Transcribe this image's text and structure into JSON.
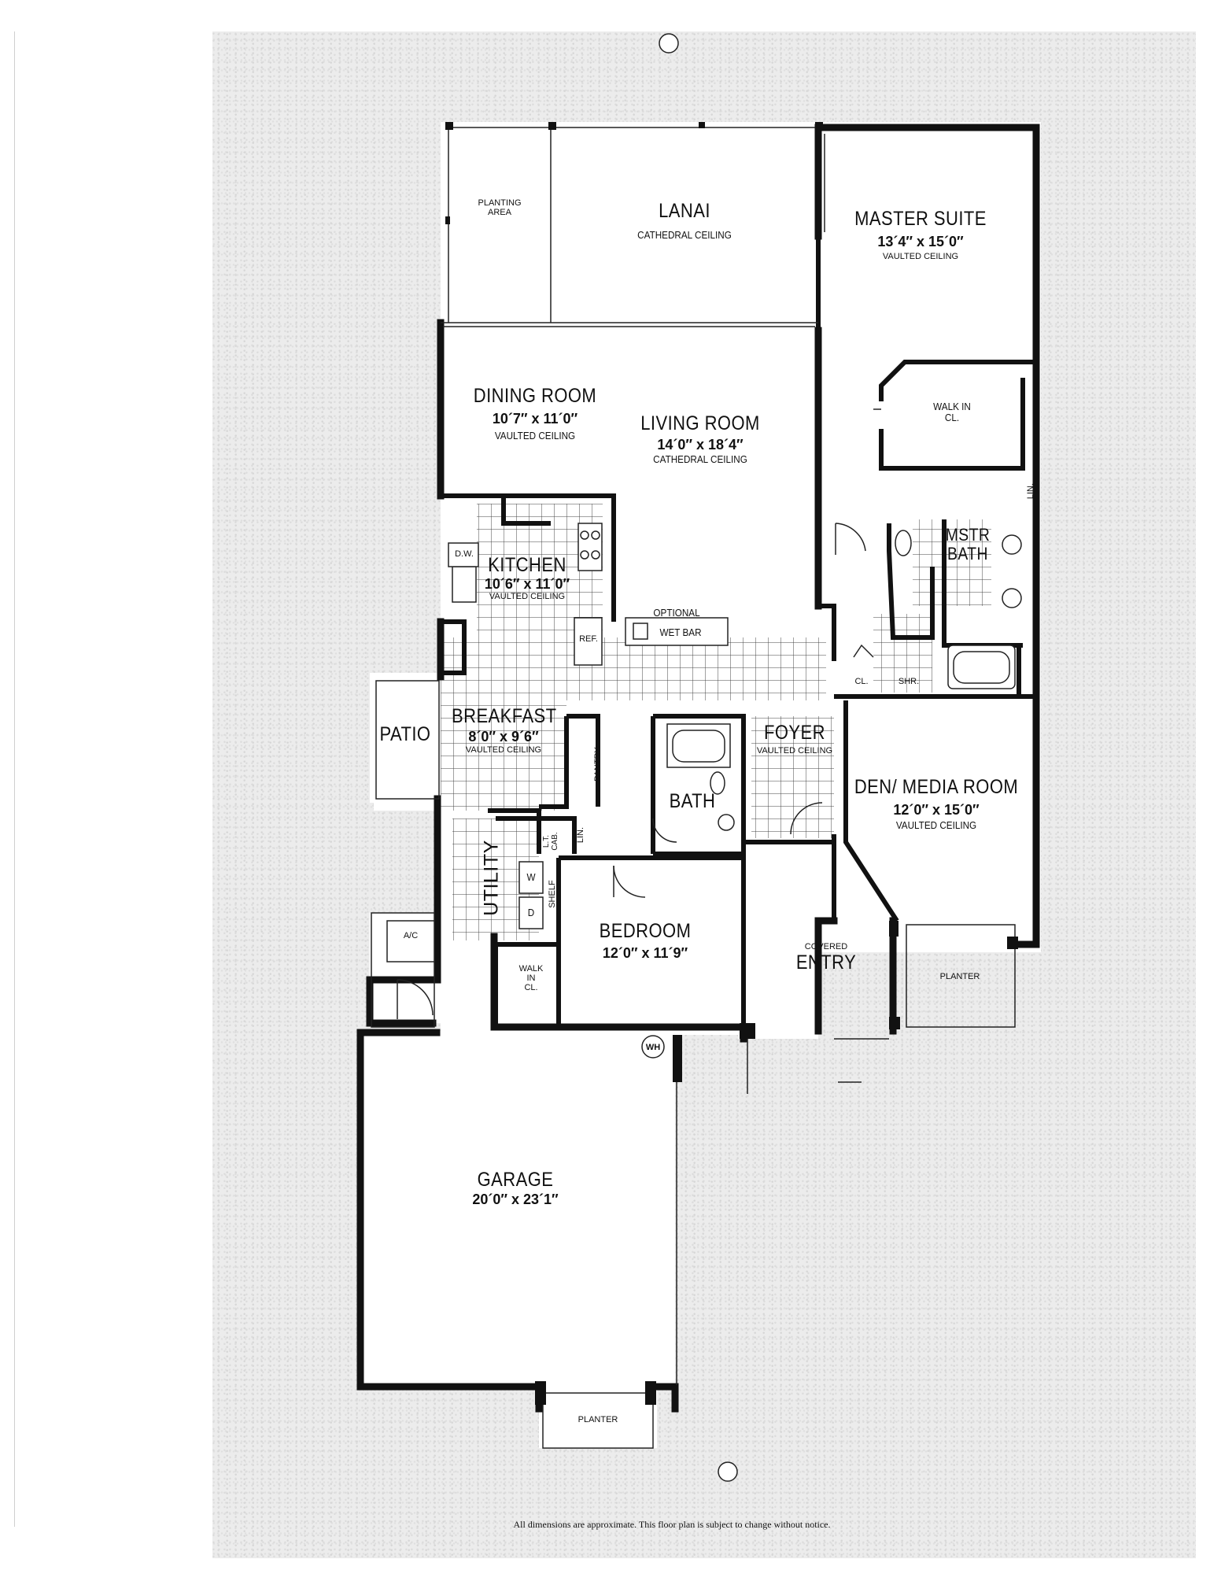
{
  "rooms": {
    "planting_area": {
      "name": "PLANTING\nAREA"
    },
    "lanai": {
      "name": "LANAI",
      "ceiling": "CATHEDRAL CEILING"
    },
    "master_suite": {
      "name": "MASTER  SUITE",
      "dims": "13´4″ x 15´0″",
      "ceiling": "VAULTED CEILING"
    },
    "dining_room": {
      "name": "DINING ROOM",
      "dims": "10´7″ x 11´0″",
      "ceiling": "VAULTED CEILING"
    },
    "living_room": {
      "name": "LIVING ROOM",
      "dims": "14´0″ x 18´4″",
      "ceiling": "CATHEDRAL CEILING"
    },
    "walk_in_closet_master": {
      "name": "WALK IN\nCL."
    },
    "linen_master": {
      "name": "LIN."
    },
    "kitchen": {
      "name": "KITCHEN",
      "dims": "10´6″ x 11´0″",
      "ceiling": "VAULTED CEILING"
    },
    "dishwasher": {
      "name": "D.W."
    },
    "refrigerator": {
      "name": "REF."
    },
    "wet_bar": {
      "name": "WET BAR",
      "note": "OPTIONAL"
    },
    "master_bath": {
      "name": "MSTR\nBATH"
    },
    "closet": {
      "name": "CL."
    },
    "shower": {
      "name": "SHR."
    },
    "patio": {
      "name": "PATIO"
    },
    "breakfast": {
      "name": "BREAKFAST",
      "dims": "8´0″ x 9´6″",
      "ceiling": "VAULTED CEILING"
    },
    "pantry": {
      "name": "PANTRY"
    },
    "bath": {
      "name": "BATH"
    },
    "foyer": {
      "name": "FOYER",
      "ceiling": "VAULTED CEILING"
    },
    "den_media_room": {
      "name": "DEN/ MEDIA ROOM",
      "dims": "12´0″ x 15´0″",
      "ceiling": "VAULTED CEILING"
    },
    "linen_hall": {
      "name": "LIN."
    },
    "lt_cab": {
      "name": "L.T.\nCAB."
    },
    "utility": {
      "name": "UTILITY"
    },
    "washer": {
      "name": "W"
    },
    "dryer": {
      "name": "D"
    },
    "shelf": {
      "name": "SHELF"
    },
    "ac": {
      "name": "A/C"
    },
    "walk_in_closet_bedroom": {
      "name": "WALK\nIN\nCL."
    },
    "bedroom": {
      "name": "BEDROOM",
      "dims": "12´0″ x 11´9″"
    },
    "covered_entry": {
      "name": "ENTRY",
      "note": "COVERED"
    },
    "planter_front": {
      "name": "PLANTER"
    },
    "water_heater": {
      "name": "WH"
    },
    "garage": {
      "name": "GARAGE",
      "dims": "20´0″ x 23´1″"
    },
    "planter_garage": {
      "name": "PLANTER"
    }
  },
  "footer": {
    "disclaimer": "All dimensions are approximate. This floor plan is subject to change without notice."
  },
  "colors": {
    "wall": "#111111",
    "paper": "#ececec",
    "tile": "#444444"
  }
}
